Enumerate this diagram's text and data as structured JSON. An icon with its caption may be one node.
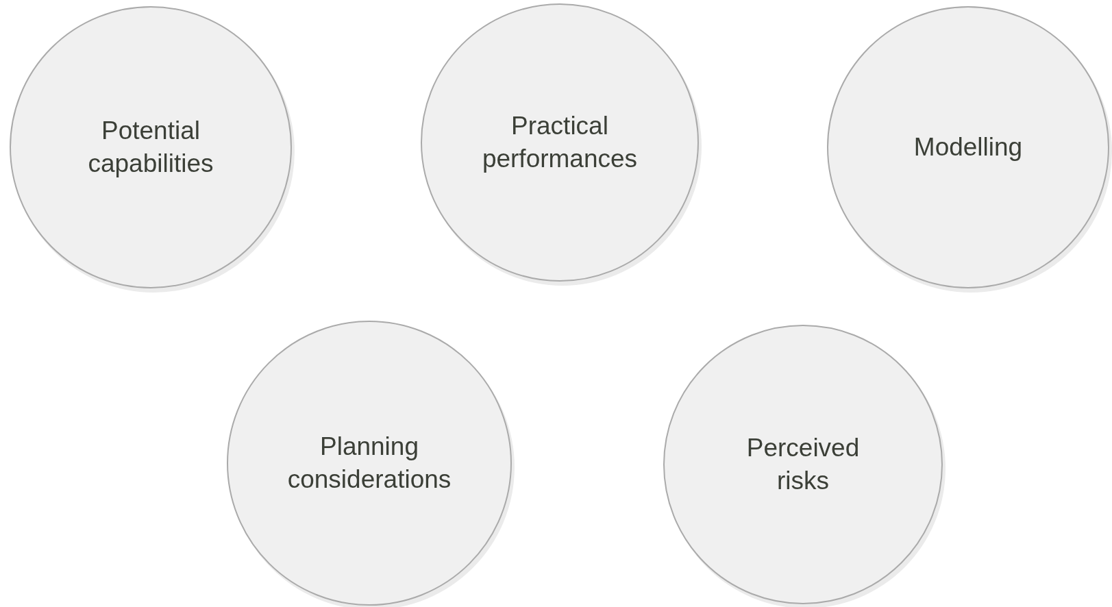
{
  "diagram": {
    "nodes": [
      {
        "text": [
          "Potential capabilities"
        ]
      },
      {
        "text": [
          "Practical performances"
        ]
      },
      {
        "text": [
          "Modelling"
        ]
      },
      {
        "text": [
          "Planning considerations"
        ]
      },
      {
        "text": [
          "Perceived risks"
        ]
      }
    ]
  }
}
